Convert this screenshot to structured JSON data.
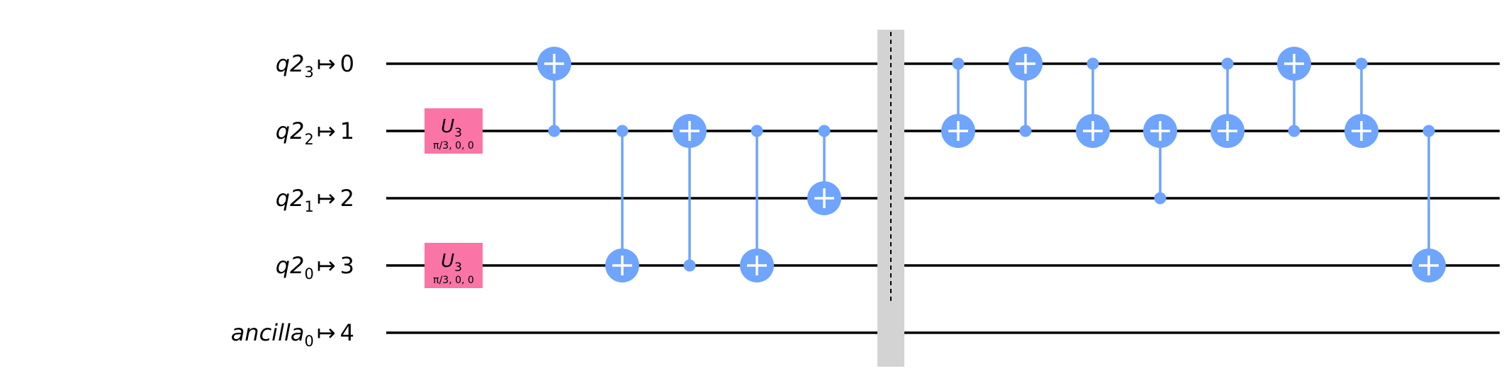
{
  "colors": {
    "wire": "#000000",
    "cx": "#6FA4FF",
    "u3": "#FA74A6",
    "barrier": "#D3D3D3",
    "barrier_line": "#000000"
  },
  "qubits": [
    {
      "name": "q2",
      "index": "3",
      "maps_to": "0"
    },
    {
      "name": "q2",
      "index": "2",
      "maps_to": "1"
    },
    {
      "name": "q2",
      "index": "1",
      "maps_to": "2"
    },
    {
      "name": "q2",
      "index": "0",
      "maps_to": "3"
    },
    {
      "name": "ancilla",
      "index": "0",
      "maps_to": "4"
    }
  ],
  "map_symbol": "↦",
  "gates": [
    {
      "type": "u3",
      "wire": 1,
      "step": 0,
      "name": "U",
      "sub": "3",
      "params": "π/3, 0, 0"
    },
    {
      "type": "u3",
      "wire": 3,
      "step": 0,
      "name": "U",
      "sub": "3",
      "params": "π/3, 0, 0"
    },
    {
      "type": "cx",
      "control": 1,
      "target": 0,
      "step": 1
    },
    {
      "type": "cx",
      "control": 1,
      "target": 3,
      "step": 2
    },
    {
      "type": "cx",
      "control": 3,
      "target": 1,
      "step": 3
    },
    {
      "type": "cx",
      "control": 1,
      "target": 3,
      "step": 4
    },
    {
      "type": "cx",
      "control": 1,
      "target": 2,
      "step": 5
    },
    {
      "type": "barrier",
      "step": 6,
      "wires": [
        0,
        1,
        2,
        3,
        4
      ]
    },
    {
      "type": "cx",
      "control": 0,
      "target": 1,
      "step": 7
    },
    {
      "type": "cx",
      "control": 1,
      "target": 0,
      "step": 8
    },
    {
      "type": "cx",
      "control": 0,
      "target": 1,
      "step": 9
    },
    {
      "type": "cx",
      "control": 2,
      "target": 1,
      "step": 10
    },
    {
      "type": "cx",
      "control": 0,
      "target": 1,
      "step": 11
    },
    {
      "type": "cx",
      "control": 1,
      "target": 0,
      "step": 12
    },
    {
      "type": "cx",
      "control": 0,
      "target": 1,
      "step": 13
    },
    {
      "type": "cx",
      "control": 1,
      "target": 3,
      "step": 14
    }
  ]
}
